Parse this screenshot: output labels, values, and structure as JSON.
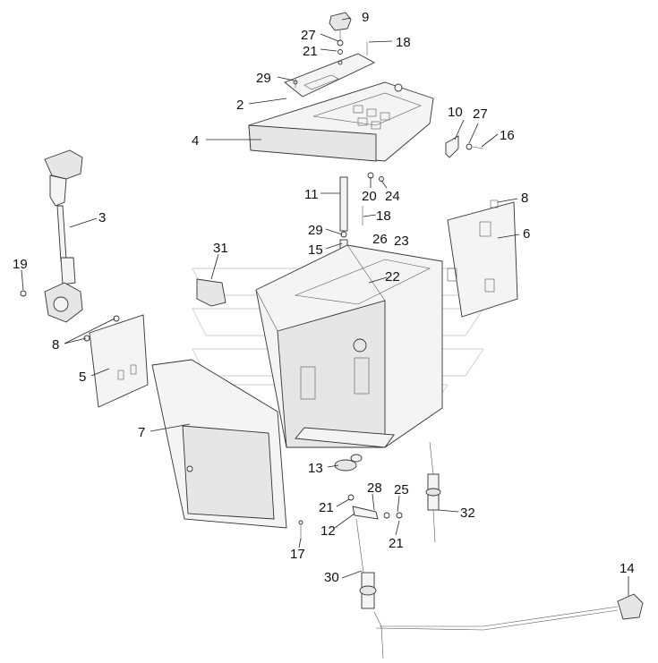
{
  "diagram": {
    "callouts": [
      {
        "id": "c9",
        "text": "9"
      },
      {
        "id": "c27a",
        "text": "27"
      },
      {
        "id": "c21a",
        "text": "21"
      },
      {
        "id": "c18a",
        "text": "18"
      },
      {
        "id": "c29a",
        "text": "29"
      },
      {
        "id": "c2",
        "text": "2"
      },
      {
        "id": "c10",
        "text": "10"
      },
      {
        "id": "c27b",
        "text": "27"
      },
      {
        "id": "c16",
        "text": "16"
      },
      {
        "id": "c4",
        "text": "4"
      },
      {
        "id": "c11",
        "text": "11"
      },
      {
        "id": "c20",
        "text": "20"
      },
      {
        "id": "c24",
        "text": "24"
      },
      {
        "id": "c8a",
        "text": "8"
      },
      {
        "id": "c3",
        "text": "3"
      },
      {
        "id": "c29b",
        "text": "29"
      },
      {
        "id": "c18b",
        "text": "18"
      },
      {
        "id": "c6",
        "text": "6"
      },
      {
        "id": "c26",
        "text": "26"
      },
      {
        "id": "c23",
        "text": "23"
      },
      {
        "id": "c15",
        "text": "15"
      },
      {
        "id": "c31",
        "text": "31"
      },
      {
        "id": "c19",
        "text": "19"
      },
      {
        "id": "c22",
        "text": "22"
      },
      {
        "id": "c8b",
        "text": "8"
      },
      {
        "id": "c5",
        "text": "5"
      },
      {
        "id": "c7",
        "text": "7"
      },
      {
        "id": "c13",
        "text": "13"
      },
      {
        "id": "c28",
        "text": "28"
      },
      {
        "id": "c25",
        "text": "25"
      },
      {
        "id": "c21b",
        "text": "21"
      },
      {
        "id": "c32",
        "text": "32"
      },
      {
        "id": "c12",
        "text": "12"
      },
      {
        "id": "c21c",
        "text": "21"
      },
      {
        "id": "c17",
        "text": "17"
      },
      {
        "id": "c30",
        "text": "30"
      },
      {
        "id": "c14",
        "text": "14"
      }
    ]
  }
}
